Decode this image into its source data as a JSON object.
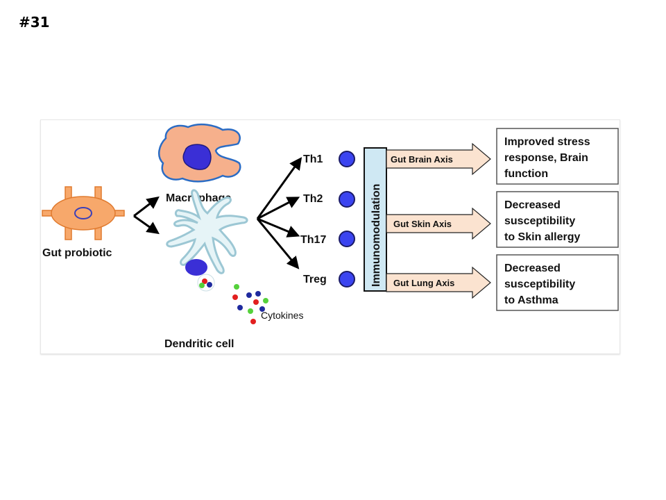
{
  "slide": {
    "number": "#31"
  },
  "diagram": {
    "probiotic_label": "Gut probiotic",
    "macrophage_label": "Macrophage",
    "dendritic_label": "Dendritic cell",
    "cytokines_label": "Cytokines",
    "t_cells": [
      "Th1",
      "Th2",
      "Th17",
      "Treg"
    ],
    "immunomodulation_label": "Immunomodulation",
    "axes": [
      "Gut Brain Axis",
      "Gut Skin Axis",
      "Gut Lung Axis"
    ],
    "outcomes": [
      [
        "Improved stress",
        "response, Brain",
        "function"
      ],
      [
        "Decreased",
        "susceptibility",
        "to Skin allergy"
      ],
      [
        "Decreased",
        "susceptibility",
        "to Asthma"
      ]
    ],
    "colors": {
      "probiotic": "#f7a86b",
      "macrophage": "#f6b08c",
      "macrophage_border": "#2b6cc4",
      "nucleus": "#3a2fd6",
      "dendritic": "#e6f4f7",
      "dendritic_border": "#9cc7d4",
      "t_cell": "#3b44f0",
      "immuno_box": "#cfe8f3",
      "axis_arrow": "#fbe3d0"
    }
  }
}
